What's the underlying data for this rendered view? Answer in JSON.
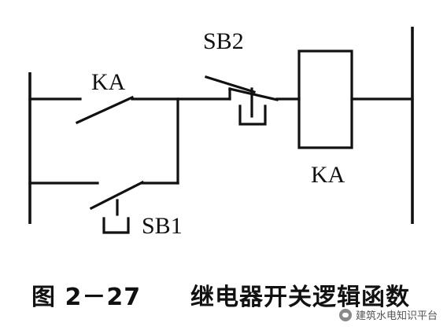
{
  "diagram": {
    "labels": {
      "ka_contact": "KA",
      "sb2": "SB2",
      "sb1": "SB1",
      "ka_coil": "KA"
    },
    "caption": {
      "figure_number": "图 2－27",
      "title": "继电器开关逻辑函数"
    }
  },
  "watermark": {
    "text": "建筑水电知识平台",
    "icon": "wechat-icon"
  }
}
